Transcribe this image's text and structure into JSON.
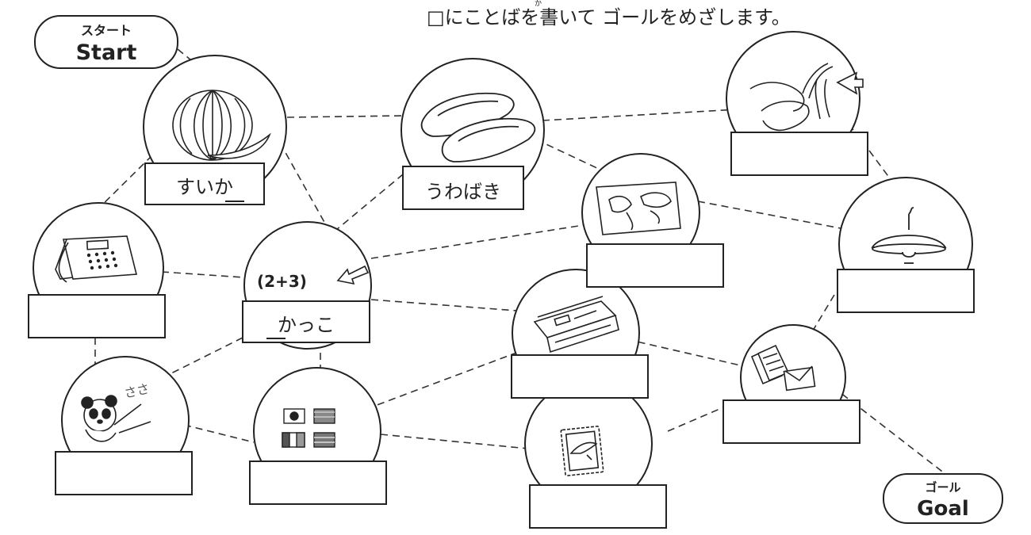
{
  "instruction": {
    "prefix": "□にことばを",
    "kanji": "書",
    "furigana": "か",
    "suffix": "いて ゴールをめざします。"
  },
  "start": {
    "jp": "スタート",
    "en": "Start"
  },
  "goal": {
    "jp": "ゴール",
    "en": "Goal"
  },
  "nodes": {
    "watermelon": {
      "word": "すいか"
    },
    "shoes": {
      "word": "うわばき"
    },
    "parentheses": {
      "word": "かっこ",
      "picture_text": "(2+3)"
    },
    "panda": {
      "picture_text": "ささ"
    }
  }
}
